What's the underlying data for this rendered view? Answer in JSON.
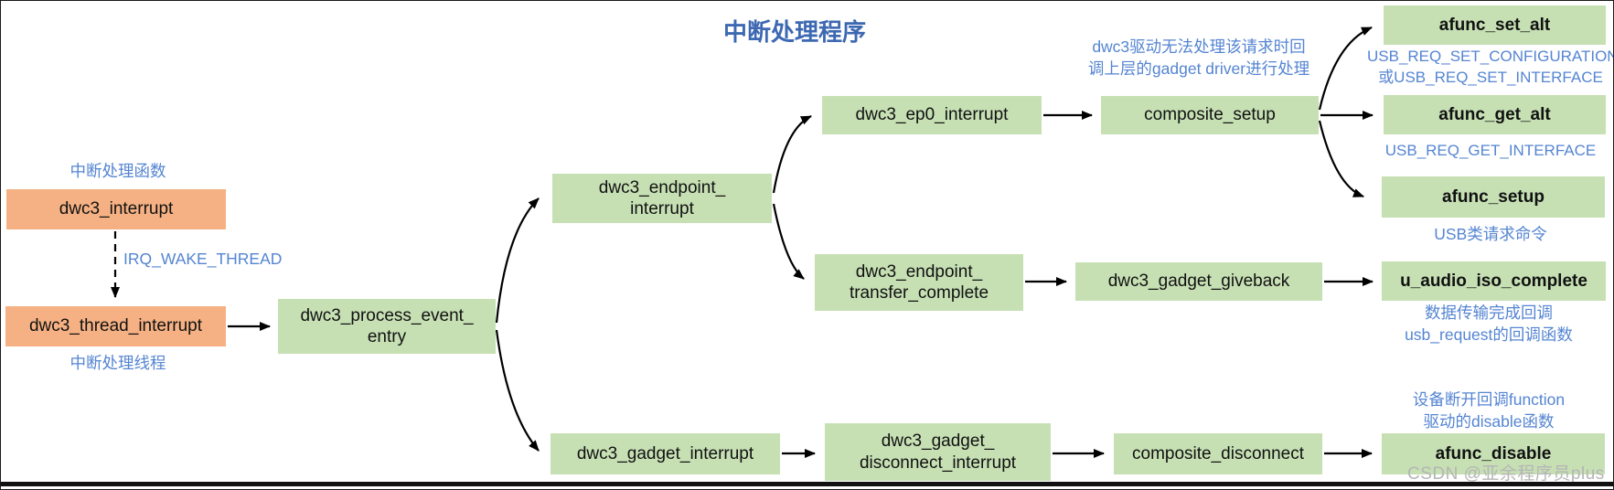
{
  "title": "中断处理程序",
  "watermark": "CSDN @亚余程序员plus",
  "colors": {
    "orange_box": "#F5B183",
    "green_box": "#C6E0B4",
    "annotation_blue": "#5585D2",
    "title_blue": "#3D68B2",
    "box_text": "#111111",
    "arrow": "#000000",
    "background": "#FFFFFF",
    "border": "#1A1A1A"
  },
  "nodes": {
    "dwc3_interrupt": {
      "label": "dwc3_interrupt"
    },
    "dwc3_thread_interrupt": {
      "label": "dwc3_thread_interrupt"
    },
    "dwc3_process_event_entry": {
      "label": "dwc3_process_event_\nentry"
    },
    "dwc3_endpoint_interrupt": {
      "label": "dwc3_endpoint_\ninterrupt"
    },
    "dwc3_ep0_interrupt": {
      "label": "dwc3_ep0_interrupt"
    },
    "composite_setup": {
      "label": "composite_setup"
    },
    "afunc_set_alt": {
      "label": "afunc_set_alt"
    },
    "afunc_get_alt": {
      "label": "afunc_get_alt"
    },
    "afunc_setup": {
      "label": "afunc_setup"
    },
    "dwc3_endpoint_transfer_complete": {
      "label": "dwc3_endpoint_\ntransfer_complete"
    },
    "dwc3_gadget_giveback": {
      "label": "dwc3_gadget_giveback"
    },
    "u_audio_iso_complete": {
      "label": "u_audio_iso_complete"
    },
    "dwc3_gadget_interrupt": {
      "label": "dwc3_gadget_interrupt"
    },
    "dwc3_gadget_disconnect_interrupt": {
      "label": "dwc3_gadget_\ndisconnect_interrupt"
    },
    "composite_disconnect": {
      "label": "composite_disconnect"
    },
    "afunc_disable": {
      "label": "afunc_disable"
    }
  },
  "annotations": {
    "interrupt_handler_fn": "中断处理函数",
    "irq_wake_thread": "IRQ_WAKE_THREAD",
    "interrupt_thread": "中断处理线程",
    "gadget_driver_note": "dwc3驱动无法处理该请求时回\n调上层的gadget driver进行处理",
    "set_config_note": "USB_REQ_SET_CONFIGURATION\n或USB_REQ_SET_INTERFACE",
    "get_interface_note": "USB_REQ_GET_INTERFACE",
    "usb_class_note": "USB类请求命令",
    "data_complete_note": "数据传输完成回调\nusb_request的回调函数",
    "disconnect_note": "设备断开回调function\n驱动的disable函数"
  },
  "edges": [
    {
      "from": "dwc3_interrupt",
      "to": "dwc3_thread_interrupt",
      "style": "dashed",
      "label": "IRQ_WAKE_THREAD"
    },
    {
      "from": "dwc3_thread_interrupt",
      "to": "dwc3_process_event_entry",
      "style": "solid"
    },
    {
      "from": "dwc3_process_event_entry",
      "to": "dwc3_endpoint_interrupt",
      "style": "curved"
    },
    {
      "from": "dwc3_process_event_entry",
      "to": "dwc3_gadget_interrupt",
      "style": "curved"
    },
    {
      "from": "dwc3_endpoint_interrupt",
      "to": "dwc3_ep0_interrupt",
      "style": "curved"
    },
    {
      "from": "dwc3_endpoint_interrupt",
      "to": "dwc3_endpoint_transfer_complete",
      "style": "curved"
    },
    {
      "from": "dwc3_ep0_interrupt",
      "to": "composite_setup",
      "style": "solid"
    },
    {
      "from": "composite_setup",
      "to": "afunc_set_alt",
      "style": "curved"
    },
    {
      "from": "composite_setup",
      "to": "afunc_get_alt",
      "style": "solid"
    },
    {
      "from": "composite_setup",
      "to": "afunc_setup",
      "style": "curved"
    },
    {
      "from": "dwc3_endpoint_transfer_complete",
      "to": "dwc3_gadget_giveback",
      "style": "solid"
    },
    {
      "from": "dwc3_gadget_giveback",
      "to": "u_audio_iso_complete",
      "style": "solid"
    },
    {
      "from": "dwc3_gadget_interrupt",
      "to": "dwc3_gadget_disconnect_interrupt",
      "style": "solid"
    },
    {
      "from": "dwc3_gadget_disconnect_interrupt",
      "to": "composite_disconnect",
      "style": "solid"
    },
    {
      "from": "composite_disconnect",
      "to": "afunc_disable",
      "style": "solid"
    }
  ]
}
